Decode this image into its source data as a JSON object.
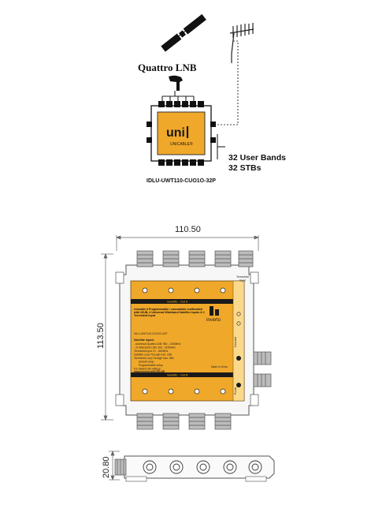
{
  "top_diagram": {
    "lnb_label": "Quattro LNB",
    "brand_logo_text": "UNICABLE®",
    "output_line_1": "32 User Bands",
    "output_line_2": "32 STBs",
    "model_label": "IDLU-UWT110-CUO1O-32P"
  },
  "drawing": {
    "width_dim": "110.50",
    "height_dim": "113.50",
    "depth_dim": "20.80",
    "brand_name": "inverto",
    "panel_top_band": "Satellite - Out A",
    "panel_bottom_band": "Satellite - Out B",
    "panel_title": "Unicable II Programmable / cascadable multiswitch with 32UB, 4 Universal Wideband Satellite inputs & 1 Terrestrial input",
    "panel_model": "IDLU-UWT110-CUO1O-32P",
    "panel_spec_heading": "Satellite Inputs",
    "panel_spec_lines": [
      "- Universal Quattro LNB: 950 - 2150MHz",
      "- 2x Wideband LNB: 300 - 2150MHz",
      "Terrestrial Input: 47 - 862MHz",
      "Satellite Loop-Through loss: 2dB",
      "Terrestrial Loop-Through loss: 3dB",
      "Default setup",
      "Programmable setup"
    ],
    "panel_footer_1": "For default UB settings:",
    "panel_footer_2": "www.inverto.tv/dCSS-UB",
    "made_in": "Made in China",
    "right_label_1": "Terrestrial",
    "right_label_2": "Input",
    "side_label_top": "Cascade",
    "side_label_bottom": "Power"
  },
  "colors": {
    "accent_orange": "#f0a82a",
    "line": "#333333",
    "dark": "#1a1a1a",
    "metal": "#d9d9d9"
  }
}
